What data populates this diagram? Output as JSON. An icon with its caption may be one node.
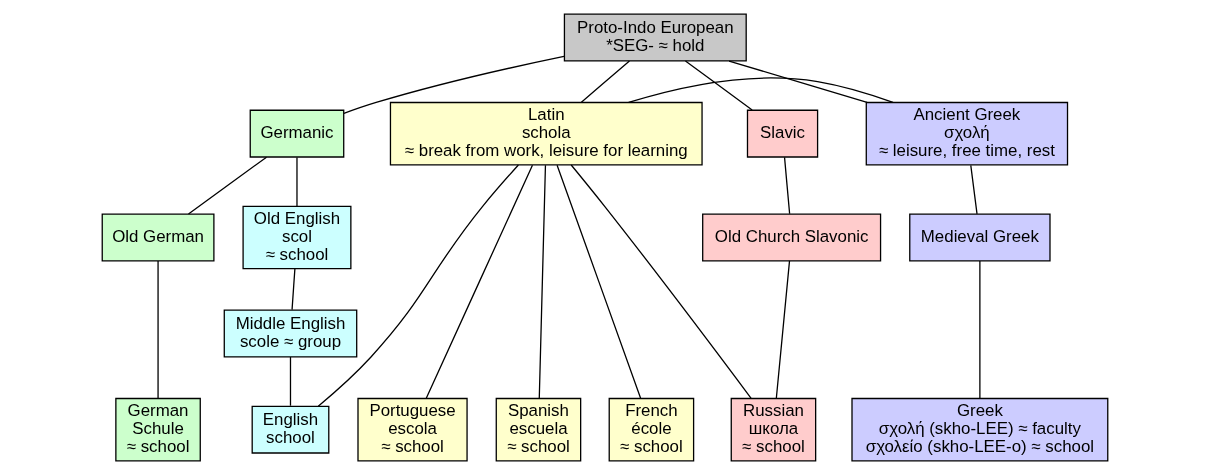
{
  "diagram": {
    "nodes": [
      {
        "text": [
          "Proto-Indo European",
          "*SEG- ≈ hold"
        ]
      },
      {
        "text": [
          "Germanic"
        ]
      },
      {
        "text": [
          "Latin",
          "schola",
          "≈ break from work, leisure for learning"
        ]
      },
      {
        "text": [
          "Ancient Greek",
          "σχολή",
          "≈ leisure, free time, rest"
        ]
      },
      {
        "text": [
          "Slavic"
        ]
      },
      {
        "text": [
          "Old German"
        ]
      },
      {
        "text": [
          "Old English",
          "scol",
          "≈ school"
        ]
      },
      {
        "text": [
          "Medieval Greek"
        ]
      },
      {
        "text": [
          "Old Church Slavonic"
        ]
      },
      {
        "text": [
          "Middle English",
          "scole ≈ group"
        ]
      },
      {
        "text": [
          "German",
          "Schule",
          "≈ school"
        ]
      },
      {
        "text": [
          "English",
          "school"
        ]
      },
      {
        "text": [
          "French",
          "école",
          "≈ school"
        ]
      },
      {
        "text": [
          "Portuguese",
          "escola",
          "≈ school"
        ]
      },
      {
        "text": [
          "Spanish",
          "escuela",
          "≈ school"
        ]
      },
      {
        "text": [
          "Greek",
          "σχολή (skho-LEE) ≈ faculty",
          "σχολείο (skho-LEE-o) ≈ school"
        ]
      },
      {
        "text": [
          "Russian",
          "школа",
          "≈ school"
        ]
      }
    ],
    "edges": [
      {
        "from": 0,
        "to": 1,
        "arrow": "none"
      },
      {
        "from": 0,
        "to": 2,
        "arrow": "none"
      },
      {
        "from": 0,
        "to": 3,
        "arrow": "none"
      },
      {
        "from": 0,
        "to": 4,
        "arrow": "none"
      },
      {
        "from": 1,
        "to": 5,
        "arrow": "none"
      },
      {
        "from": 1,
        "to": 6,
        "arrow": "none"
      },
      {
        "from": 2,
        "to": 3,
        "arrow": "none"
      },
      {
        "from": 4,
        "to": 8,
        "arrow": "none"
      },
      {
        "from": 5,
        "to": 10,
        "arrow": "none"
      },
      {
        "from": 6,
        "to": 9,
        "arrow": "none"
      },
      {
        "from": 9,
        "to": 11,
        "arrow": "none"
      },
      {
        "from": 2,
        "to": 11,
        "arrow": "none"
      },
      {
        "from": 2,
        "to": 12,
        "arrow": "none"
      },
      {
        "from": 2,
        "to": 13,
        "arrow": "none"
      },
      {
        "from": 2,
        "to": 14,
        "arrow": "none"
      },
      {
        "from": 2,
        "to": 16,
        "arrow": "none"
      },
      {
        "from": 3,
        "to": 7,
        "arrow": "none"
      },
      {
        "from": 7,
        "to": 15,
        "arrow": "none"
      },
      {
        "from": 8,
        "to": 16,
        "arrow": "none"
      }
    ]
  }
}
